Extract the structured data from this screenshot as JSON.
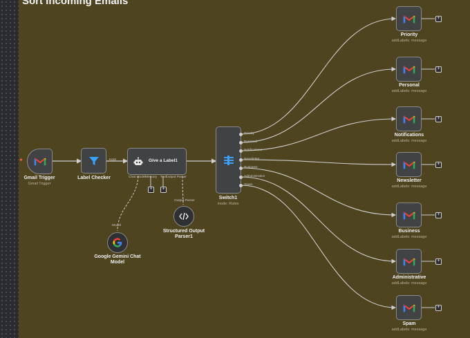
{
  "workflow": {
    "title": "Sort Incoming Emails"
  },
  "nodes": {
    "gmail_trigger": {
      "title": "Gmail Trigger",
      "subtitle": "Gmail Trigger"
    },
    "label_checker": {
      "title": "Label Checker",
      "out_label": "Kept"
    },
    "give_label": {
      "title": "Give a Label1",
      "ports": [
        "Chat Model",
        "Memory",
        "Tool",
        "Output Parser"
      ]
    },
    "gemini": {
      "title_line1": "Google Gemini Chat",
      "title_line2": "Model",
      "port": "Model"
    },
    "parser": {
      "title_line1": "Structured Output",
      "title_line2": "Parser1",
      "port": "Output Parser"
    },
    "switch": {
      "title": "Switch1",
      "subtitle": "mode: Rules",
      "outputs": [
        "Priority",
        "Personal",
        "Notifications",
        "Newsletter",
        "Business",
        "Administrative",
        "Spam"
      ]
    }
  },
  "targets": [
    {
      "title": "Priority",
      "subtitle": "addLabels: message"
    },
    {
      "title": "Personal",
      "subtitle": "addLabels: message"
    },
    {
      "title": "Notifications",
      "subtitle": "addLabels: message"
    },
    {
      "title": "Newsletter",
      "subtitle": "addLabels: message"
    },
    {
      "title": "Business",
      "subtitle": "addLabels: message"
    },
    {
      "title": "Administrative",
      "subtitle": "addLabels: message"
    },
    {
      "title": "Spam",
      "subtitle": "addLabels: message"
    }
  ],
  "icons": {
    "plus": "+"
  },
  "colors": {
    "canvas": "#4f4420",
    "node": "#414243",
    "wire": "#cfcfcf"
  }
}
